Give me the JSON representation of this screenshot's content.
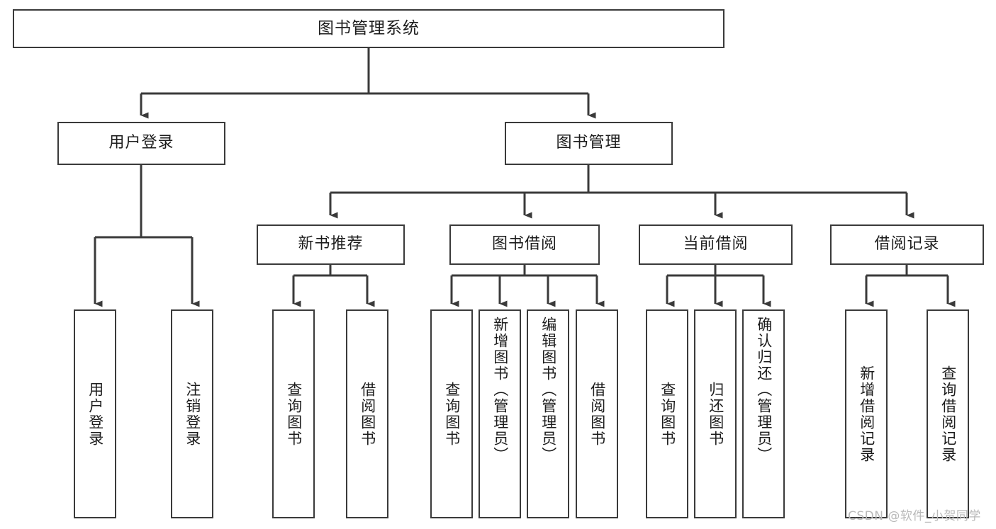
{
  "diagram": {
    "type": "hierarchy-tree",
    "title": "图书管理系统",
    "watermark": "CSDN @软件_小贺同学",
    "colors": {
      "box_border": "#3a3a3a",
      "box_fill": "#ffffff",
      "line": "#3a3a3a",
      "text": "#1c1c1c",
      "watermark": "#b9b9b9"
    },
    "levels": {
      "root": {
        "label": "图书管理系统"
      },
      "level2": [
        {
          "label": "用户登录"
        },
        {
          "label": "图书管理"
        }
      ],
      "level3": [
        {
          "label": "新书推荐"
        },
        {
          "label": "图书借阅"
        },
        {
          "label": "当前借阅"
        },
        {
          "label": "借阅记录"
        }
      ],
      "leaves": [
        {
          "label": "用户登录",
          "parent": "用户登录"
        },
        {
          "label": "注销登录",
          "parent": "用户登录"
        },
        {
          "label": "查询图书",
          "parent": "新书推荐"
        },
        {
          "label": "借阅图书",
          "parent": "新书推荐"
        },
        {
          "label": "查询图书",
          "parent": "图书借阅"
        },
        {
          "label": "新增图书（管理员）",
          "parent": "图书借阅"
        },
        {
          "label": "编辑图书（管理员）",
          "parent": "图书借阅"
        },
        {
          "label": "借阅图书",
          "parent": "图书借阅"
        },
        {
          "label": "查询图书",
          "parent": "当前借阅"
        },
        {
          "label": "归还图书",
          "parent": "当前借阅"
        },
        {
          "label": "确认归还（管理员）",
          "parent": "当前借阅"
        },
        {
          "label": "新增借阅记录",
          "parent": "借阅记录"
        },
        {
          "label": "查询借阅记录",
          "parent": "借阅记录"
        }
      ]
    }
  }
}
